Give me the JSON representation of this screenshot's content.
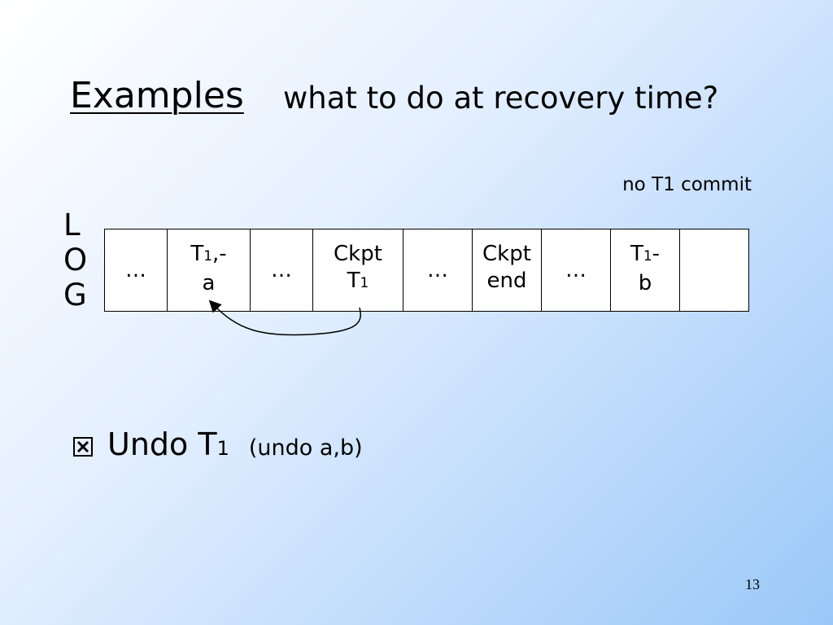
{
  "slide": {
    "title": "Examples",
    "subtitle": "what to do at recovery time?",
    "note": "no T1 commit",
    "log_label": [
      "L",
      "O",
      "G"
    ],
    "cells": [
      {
        "text": "…"
      },
      {
        "line1_main": "T",
        "line1_sub": "1",
        "line1_rest": ",-",
        "line2": "a"
      },
      {
        "text": "…"
      },
      {
        "line1_main": "Ckpt",
        "line2_main": "T",
        "line2_sub": "1"
      },
      {
        "text": "…"
      },
      {
        "line1_main": "Ckpt",
        "line2": "end"
      },
      {
        "text": "…"
      },
      {
        "line1_main": "T",
        "line1_sub": "1",
        "line1_rest": "-",
        "line2": "b"
      },
      {
        "text": ""
      }
    ],
    "bullet": {
      "main": "Undo T",
      "sub": "1",
      "paren": "(undo a,b)"
    },
    "page_number": "13"
  }
}
